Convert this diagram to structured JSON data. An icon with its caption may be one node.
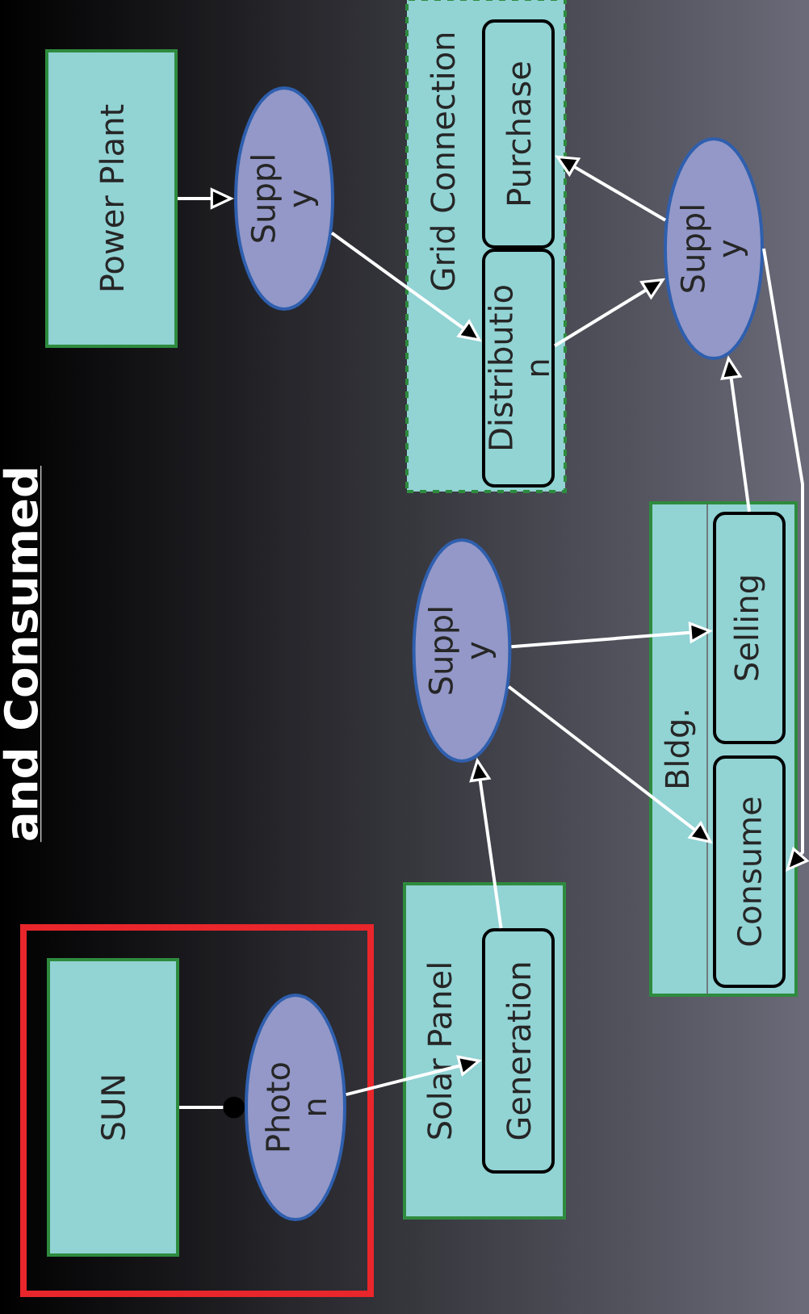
{
  "diagram": {
    "title": "and Consumed",
    "nodes": [
      {
        "text": [],
        "shape": "box"
      },
      {
        "text": [
          "SUN"
        ],
        "in": 0
      },
      {
        "text": [
          "Photo n"
        ],
        "in": 0
      },
      {
        "text": [
          "Solar Panel"
        ]
      },
      {
        "text": [
          "Generation"
        ],
        "in": 3
      },
      {
        "text": [
          "Suppl y"
        ]
      },
      {
        "text": [
          "Bldg."
        ]
      },
      {
        "text": [
          "Selling"
        ],
        "in": 6
      },
      {
        "text": [
          "Consume"
        ],
        "in": 6
      },
      {
        "text": [
          "Power Plant"
        ]
      },
      {
        "text": [
          "Suppl y"
        ]
      },
      {
        "text": [
          "Grid Connection"
        ]
      },
      {
        "text": [
          "Purchase"
        ],
        "in": 11
      },
      {
        "text": [
          "Distributio n"
        ],
        "in": 11
      },
      {
        "text": [
          "Suppl y"
        ]
      }
    ],
    "edges": [
      {
        "from": 1,
        "to": 2,
        "arrow": "other"
      },
      {
        "from": 2,
        "to": 4,
        "arrow": "to"
      },
      {
        "from": 4,
        "to": 5,
        "arrow": "to"
      },
      {
        "from": 5,
        "to": 7,
        "arrow": "to"
      },
      {
        "from": 5,
        "to": 8,
        "arrow": "to"
      },
      {
        "from": 9,
        "to": 10,
        "arrow": "to"
      },
      {
        "from": 10,
        "to": 13,
        "arrow": "to"
      },
      {
        "from": 13,
        "to": 14,
        "arrow": "to"
      },
      {
        "from": 14,
        "to": 12,
        "arrow": "to"
      },
      {
        "from": 7,
        "to": 14,
        "arrow": "to"
      },
      {
        "from": 14,
        "to": 8,
        "arrow": "to"
      }
    ]
  }
}
